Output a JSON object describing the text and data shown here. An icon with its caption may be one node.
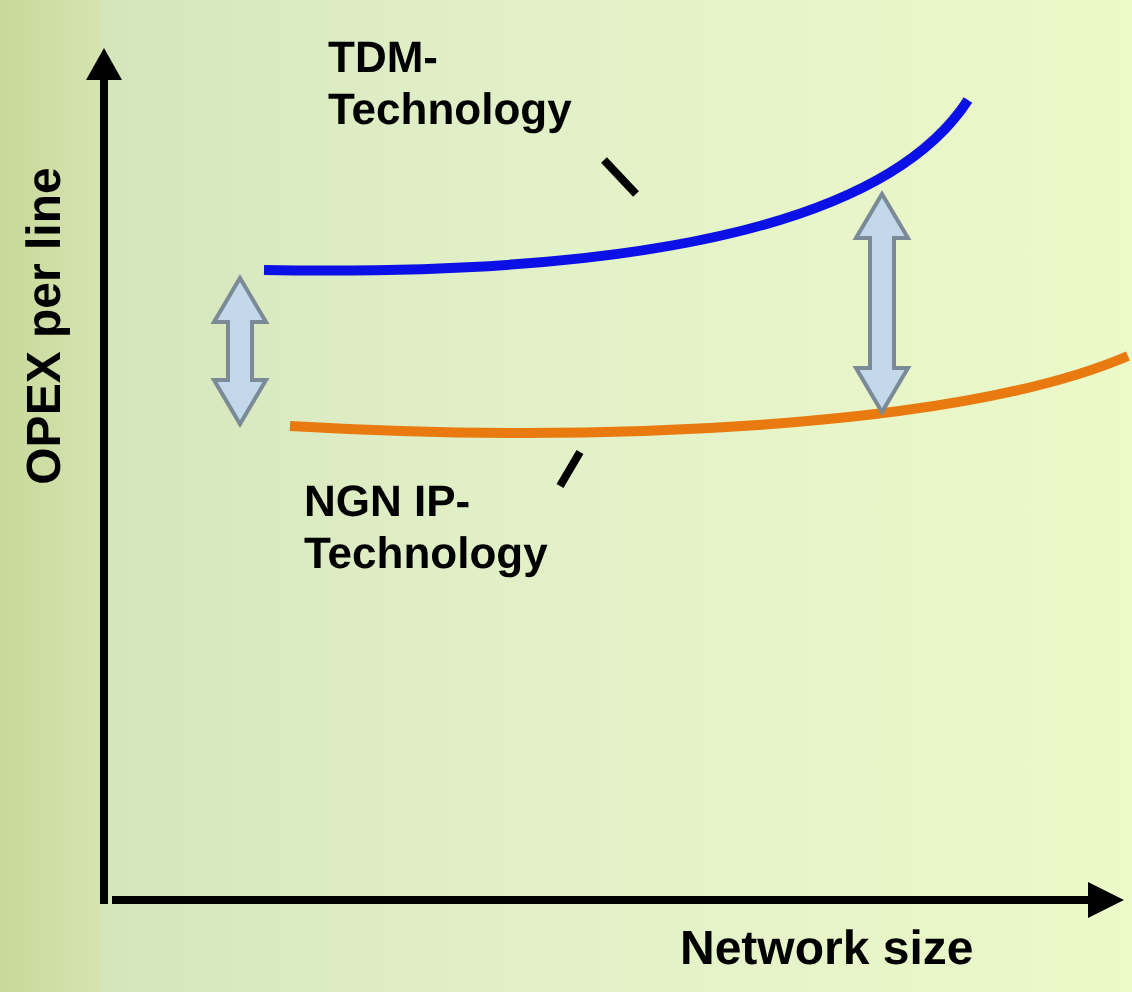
{
  "diagram": {
    "nodes": [
      {
        "text": [
          "TDM- Technology"
        ]
      },
      {
        "text": [],
        "shape": "line"
      },
      {
        "text": [
          "NGN IP- Technology"
        ]
      },
      {
        "text": [],
        "shape": "line"
      }
    ],
    "edges": [
      {
        "from": 0,
        "to": 1,
        "arrow": "none"
      },
      {
        "from": 2,
        "to": 3,
        "arrow": "none"
      },
      {
        "from": 1,
        "to": 3,
        "arrow": "both",
        "style": "thick",
        "color": "#c4d8ec"
      },
      {
        "from": 1,
        "to": 3,
        "arrow": "both",
        "style": "thick",
        "color": "#c4d8ec"
      }
    ],
    "labels": [
      "OPEX per line",
      "Network size"
    ]
  }
}
